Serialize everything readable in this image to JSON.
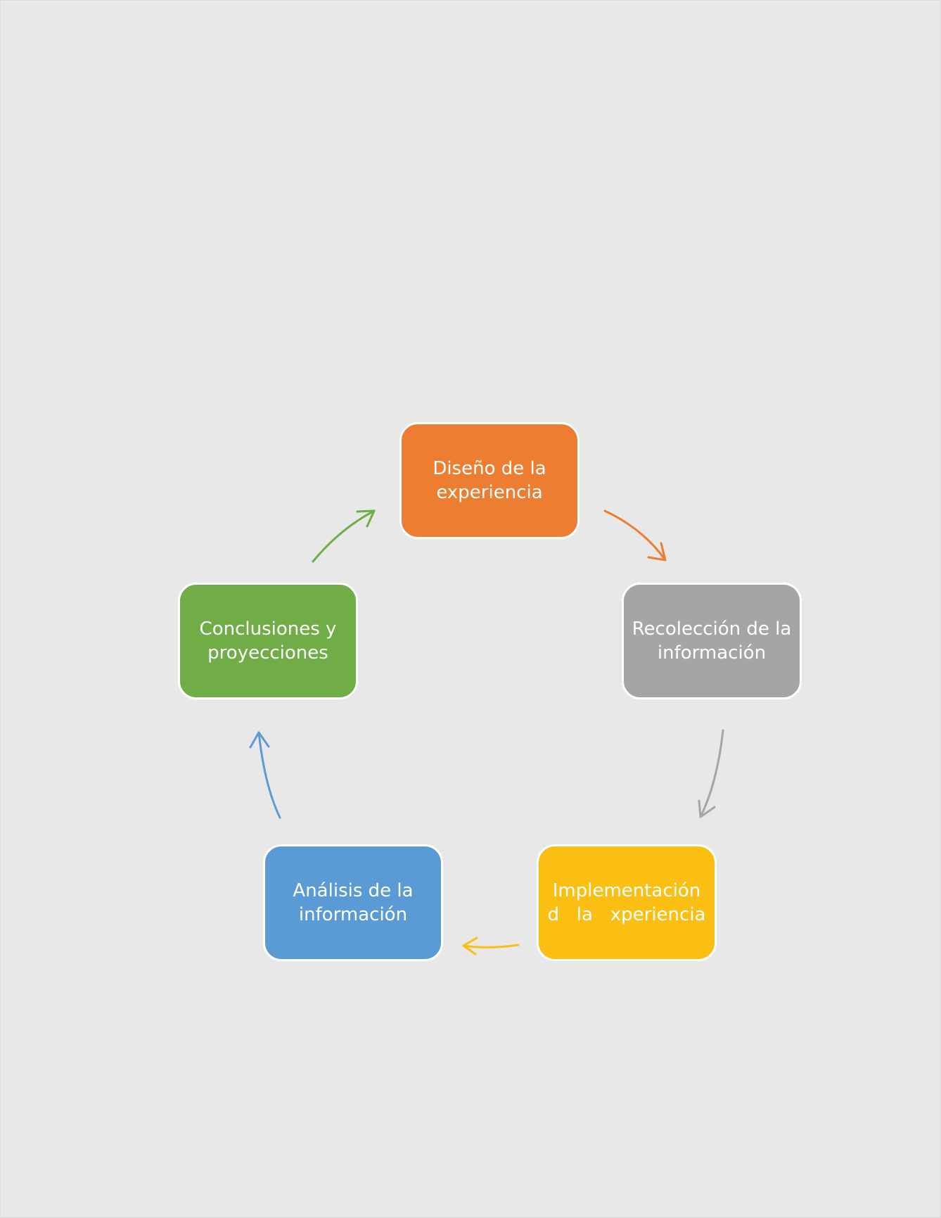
{
  "diagram": {
    "nodes": [
      {
        "id": "diseno",
        "lines": [
          "Diseño de la",
          "experiencia"
        ],
        "color": "#ed7d31"
      },
      {
        "id": "recoleccion",
        "lines": [
          "Recolección de la",
          "información"
        ],
        "color": "#a5a5a5"
      },
      {
        "id": "implementacion",
        "lines": [
          "Implementación",
          "d   la   xperiencia"
        ],
        "color": "#fbbf14"
      },
      {
        "id": "analisis",
        "lines": [
          "Análisis de la",
          "información"
        ],
        "color": "#5b9bd5"
      },
      {
        "id": "conclusiones",
        "lines": [
          "Conclusiones y",
          "proyecciones"
        ],
        "color": "#70ad47"
      }
    ],
    "arrow_colors": {
      "diseno_to_recoleccion": "#ed7d31",
      "recoleccion_to_implementacion": "#a5a5a5",
      "implementacion_to_analisis": "#fbbf14",
      "analisis_to_conclusiones": "#5b9bd5",
      "conclusiones_to_diseno": "#70ad47"
    }
  }
}
